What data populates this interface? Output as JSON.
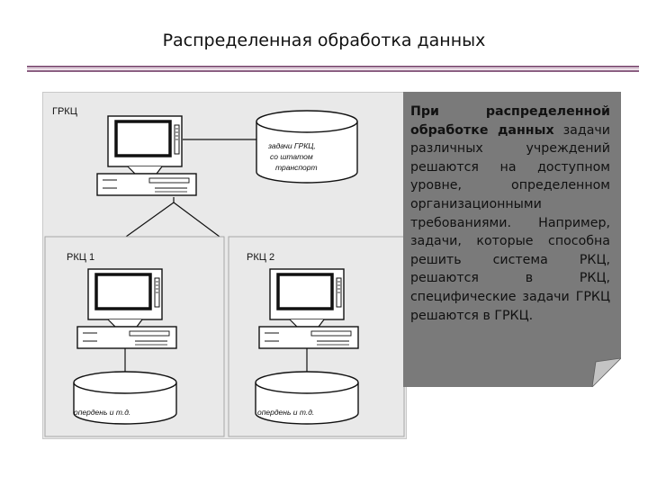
{
  "slide": {
    "title": "Распределенная обработка данных"
  },
  "diagram": {
    "nodes": {
      "center": {
        "label": "ГРКЦ",
        "db_lines": [
          "задачи ГРКЦ,",
          "со штатом",
          "транспорт"
        ]
      },
      "left": {
        "label": "РКЦ 1",
        "db_lines": [
          "опердень и т.д."
        ]
      },
      "right": {
        "label": "РКЦ 2",
        "db_lines": [
          "опердень и т.д."
        ]
      }
    }
  },
  "note": {
    "bold_text": "При распределенной обработке данных",
    "body_text": "задачи различных учреждений решаются на доступном уровне, определенном организационными требованиями. Например, задачи, которые способна решить система РКЦ, решаются в РКЦ, специфические задачи ГРКЦ решаются в ГРКЦ."
  },
  "colors": {
    "accent_rule": "#8a5d80",
    "note_background": "#7a7a7a",
    "diagram_background": "#e9e9e9"
  }
}
